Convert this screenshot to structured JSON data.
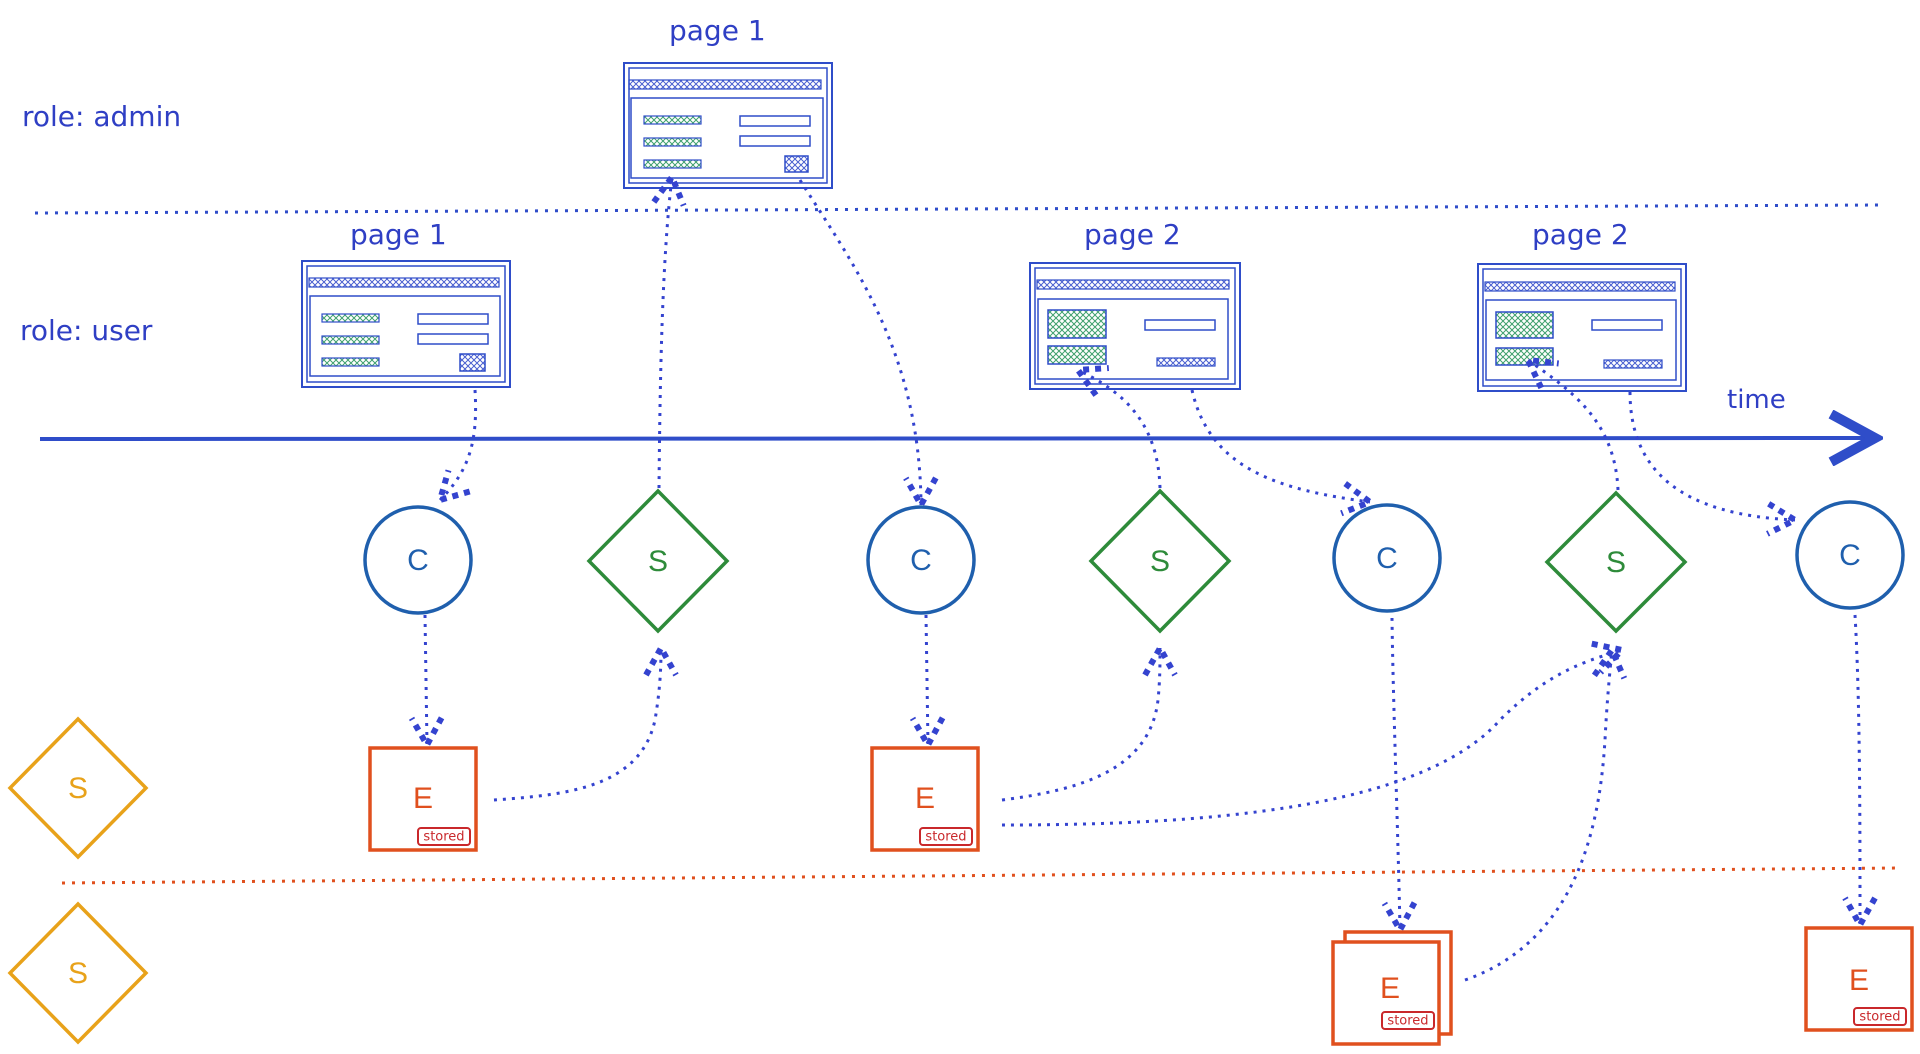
{
  "colors": {
    "blue": "#2f4dc9",
    "arrow": "#3443cf",
    "green": "#2e8b3a",
    "circle": "#1f5fad",
    "orange": "#e0501e",
    "red_tag": "#c9282b",
    "gold": "#e8a21a",
    "hatch_green": "#4caf7a",
    "hatch_blue": "#5b6fd6"
  },
  "roles": {
    "admin": "role: admin",
    "user": "role: user"
  },
  "axis": {
    "time_label": "time"
  },
  "pages": {
    "admin_page": "page 1",
    "user_page1": "page 1",
    "user_page2a": "page 2",
    "user_page2b": "page 2"
  },
  "nodes": {
    "c1": "C",
    "s1": "S",
    "c2": "C",
    "s2": "S",
    "c3": "C",
    "s3": "S",
    "c4": "C",
    "e1": "E",
    "e2": "E",
    "e3": "E",
    "e4": "E",
    "store1": "S",
    "store2": "S"
  },
  "tags": {
    "e1": "stored",
    "e2": "stored",
    "e3": "stored",
    "e4": "stored"
  },
  "icons": {
    "page": "browser-window-icon",
    "component": "circle-node-icon",
    "saga": "diamond-node-icon",
    "event": "square-node-icon"
  }
}
